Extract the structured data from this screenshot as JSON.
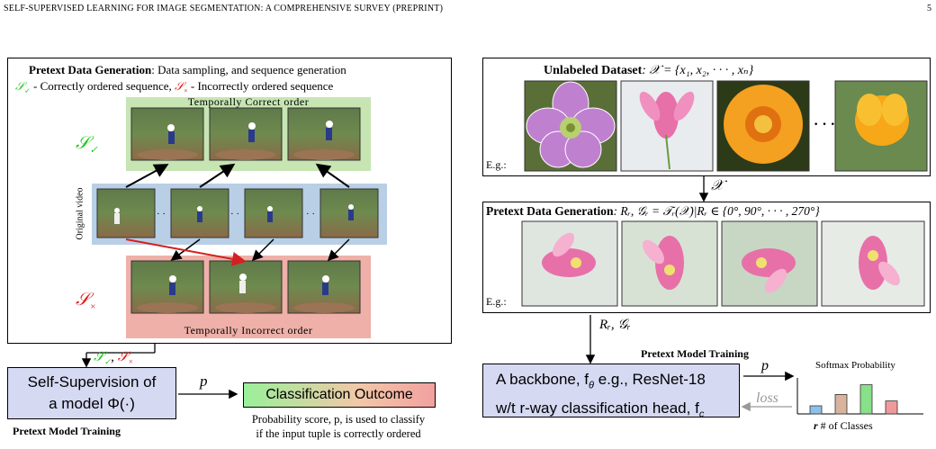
{
  "header": {
    "title": "SELF-SUPERVISED LEARNING FOR IMAGE SEGMENTATION: A COMPREHENSIVE SURVEY (PREPRINT)",
    "page_number": "5"
  },
  "left": {
    "pretext_bold": "Pretext Data Generation",
    "pretext_rest": ": Data sampling, and sequence generation",
    "legend_correct_sym": "𝒮",
    "legend_correct_sub": "✓",
    "legend_correct_text": " - Correctly ordered sequence, ",
    "legend_wrong_sym": "𝒮",
    "legend_wrong_sub": "×",
    "legend_wrong_text": " - Incorrectly ordered sequence",
    "correct_label": "Temporally Correct order",
    "incorrect_label": "Temporally Incorrect order",
    "original_video_label": "Original video",
    "ellipsis": "· ·",
    "s_correct": "𝒮",
    "s_correct_sub": "✓",
    "s_wrong": "𝒮",
    "s_wrong_sub": "×",
    "ssl_box_line1": "Self-Supervision of",
    "ssl_box_line2": "a model Φ(·)",
    "training_label": "Pretext Model Training",
    "p_label": "p",
    "classification_label": "Classification Outcome",
    "note_line1": "Probability score, p, is used to classify",
    "note_line2": "if the input tuple is correctly ordered",
    "arrow_label_correct": "𝒮",
    "arrow_label_correct_sub": "✓",
    "arrow_label_comma": ", ",
    "arrow_label_wrong": "𝒮",
    "arrow_label_wrong_sub": "×"
  },
  "right": {
    "dataset_bold": "Unlabeled Dataset",
    "dataset_math": ":  𝒳  =  {x₁, x₂, · · · , xₙ}",
    "eg1": "E.g.:",
    "dots": "· · ·",
    "x_arrow_label": "𝒳",
    "pretext_bold": "Pretext Data Generation",
    "pretext_math": ":  Rᵣ, 𝒢ᵣ = 𝒯ᵣ(𝒳)|Rᵣ ∈ {0°, 90°, · · · , 270°}",
    "eg2": "E.g.:",
    "rg_label": "Rᵣ, 𝒢ᵣ",
    "training_label": "Pretext Model Training",
    "backbone_line1": "A backbone, f",
    "backbone_sub1": "θ",
    "backbone_line1b": " e.g., ResNet-18",
    "backbone_line2": "w/t r-way classification head, f",
    "backbone_sub2": "c",
    "p_label": "p",
    "loss_label": "loss",
    "softmax_label": "Softmax Probability",
    "classes_label_r": "r",
    "classes_label": " # of Classes"
  },
  "chart_data": {
    "type": "bar",
    "title": "Softmax Probability",
    "xlabel": "r # of Classes",
    "values": [
      0.25,
      0.6,
      0.9,
      0.4
    ],
    "colors": [
      "#8ec0e8",
      "#d8b49c",
      "#88e088",
      "#ee9a9a"
    ]
  }
}
